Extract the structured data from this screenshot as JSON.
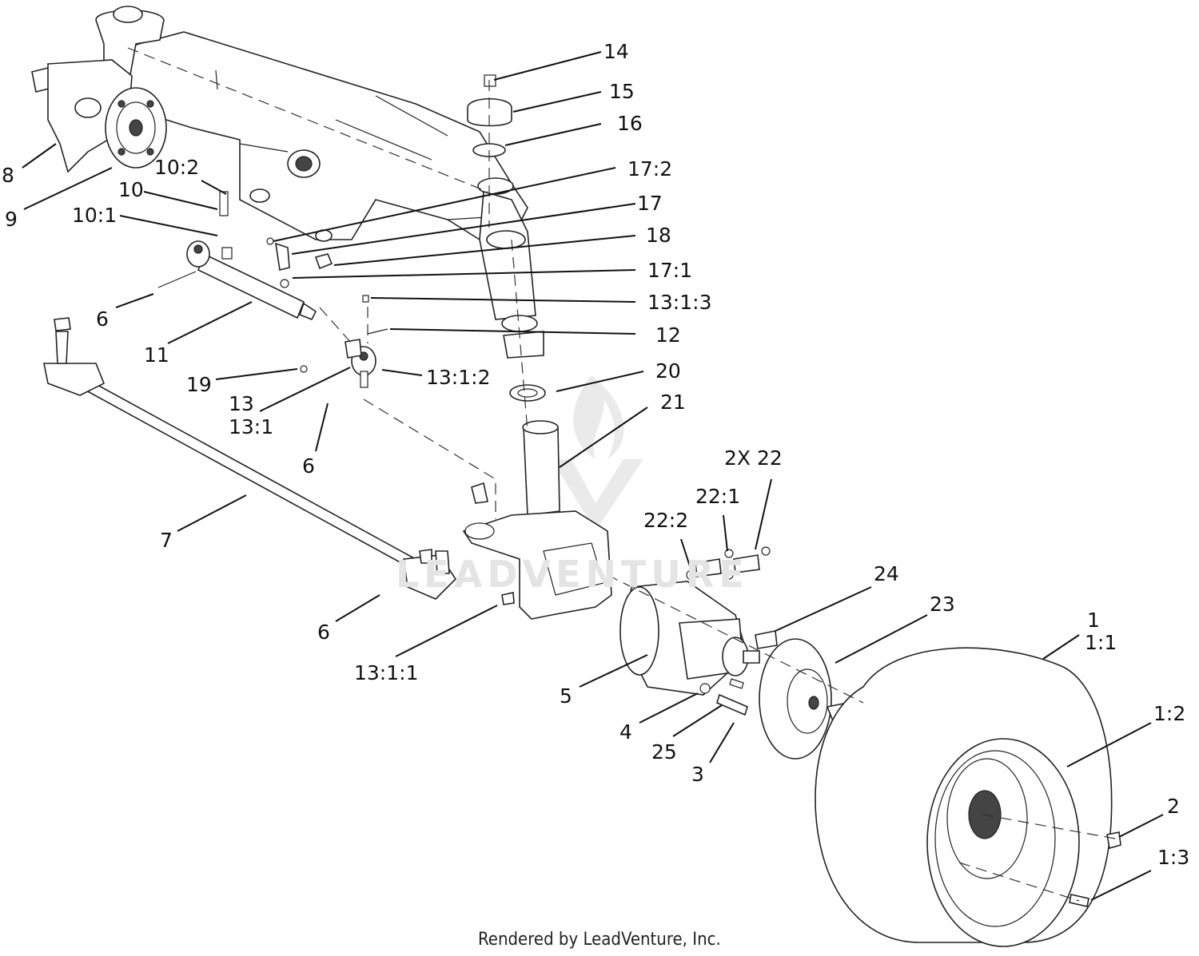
{
  "footer": "Rendered by LeadVenture, Inc.",
  "watermark": "LEADVENTURE",
  "callouts": [
    {
      "id": "14",
      "text": "14"
    },
    {
      "id": "15",
      "text": "15"
    },
    {
      "id": "16",
      "text": "16"
    },
    {
      "id": "17-2",
      "text": "17:2"
    },
    {
      "id": "17",
      "text": "17"
    },
    {
      "id": "18",
      "text": "18"
    },
    {
      "id": "17-1",
      "text": "17:1"
    },
    {
      "id": "13-1-3",
      "text": "13:1:3"
    },
    {
      "id": "12",
      "text": "12"
    },
    {
      "id": "20",
      "text": "20"
    },
    {
      "id": "13-1-2",
      "text": "13:1:2"
    },
    {
      "id": "21",
      "text": "21"
    },
    {
      "id": "2x22",
      "text": "2X 22"
    },
    {
      "id": "22-1",
      "text": "22:1"
    },
    {
      "id": "22-2",
      "text": "22:2"
    },
    {
      "id": "24",
      "text": "24"
    },
    {
      "id": "23",
      "text": "23"
    },
    {
      "id": "1",
      "text": "1"
    },
    {
      "id": "1-1",
      "text": "1:1"
    },
    {
      "id": "1-2",
      "text": "1:2"
    },
    {
      "id": "2",
      "text": "2"
    },
    {
      "id": "1-3",
      "text": "1:3"
    },
    {
      "id": "8",
      "text": "8"
    },
    {
      "id": "9",
      "text": "9"
    },
    {
      "id": "10-2",
      "text": "10:2"
    },
    {
      "id": "10",
      "text": "10"
    },
    {
      "id": "10-1",
      "text": "10:1"
    },
    {
      "id": "6a",
      "text": "6"
    },
    {
      "id": "11",
      "text": "11"
    },
    {
      "id": "19",
      "text": "19"
    },
    {
      "id": "13",
      "text": "13"
    },
    {
      "id": "13-1",
      "text": "13:1"
    },
    {
      "id": "6b",
      "text": "6"
    },
    {
      "id": "7",
      "text": "7"
    },
    {
      "id": "6c",
      "text": "6"
    },
    {
      "id": "13-1-1",
      "text": "13:1:1"
    },
    {
      "id": "5",
      "text": "5"
    },
    {
      "id": "4",
      "text": "4"
    },
    {
      "id": "25",
      "text": "25"
    },
    {
      "id": "3",
      "text": "3"
    }
  ]
}
